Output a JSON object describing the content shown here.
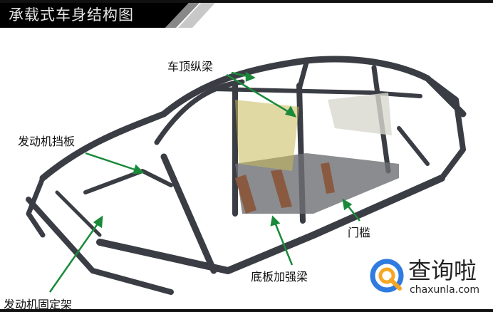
{
  "header": {
    "title": "承载式车身结构图"
  },
  "labels": {
    "roof_rail": "车顶纵梁",
    "firewall": "发动机挡板",
    "sill": "门槛",
    "floor_beam": "底板加强梁",
    "engine_mount": "发动机固定架"
  },
  "watermark": {
    "name": "查询啦",
    "url": "chaxunla.com"
  },
  "colors": {
    "arrow": "#1a8a3a",
    "header": "#000000",
    "logo_blue": "#2f7be0",
    "logo_orange": "#f5a623"
  }
}
